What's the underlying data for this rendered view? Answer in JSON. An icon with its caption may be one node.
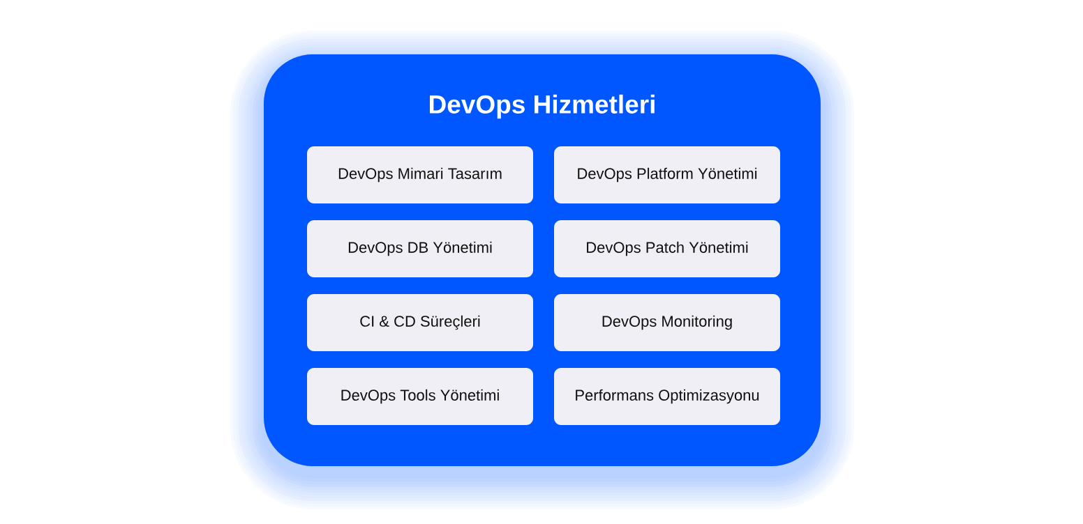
{
  "diagram": {
    "nodes": [
      {
        "text": [
          "DevOps Hizmetleri"
        ]
      },
      {
        "text": [
          "DevOps Mimari Tasarım"
        ],
        "in": 0
      },
      {
        "text": [
          "DevOps Platform Yönetimi"
        ],
        "in": 0
      },
      {
        "text": [
          "DevOps DB Yönetimi"
        ],
        "in": 0
      },
      {
        "text": [
          "DevOps Patch Yönetimi"
        ],
        "in": 0
      },
      {
        "text": [
          "CI & CD Süreçleri"
        ],
        "in": 0
      },
      {
        "text": [
          "DevOps Monitoring"
        ],
        "in": 0
      },
      {
        "text": [
          "DevOps Tools Yönetimi"
        ],
        "in": 0
      },
      {
        "text": [
          "Performans Optimizasyonu"
        ],
        "in": 0
      }
    ]
  }
}
